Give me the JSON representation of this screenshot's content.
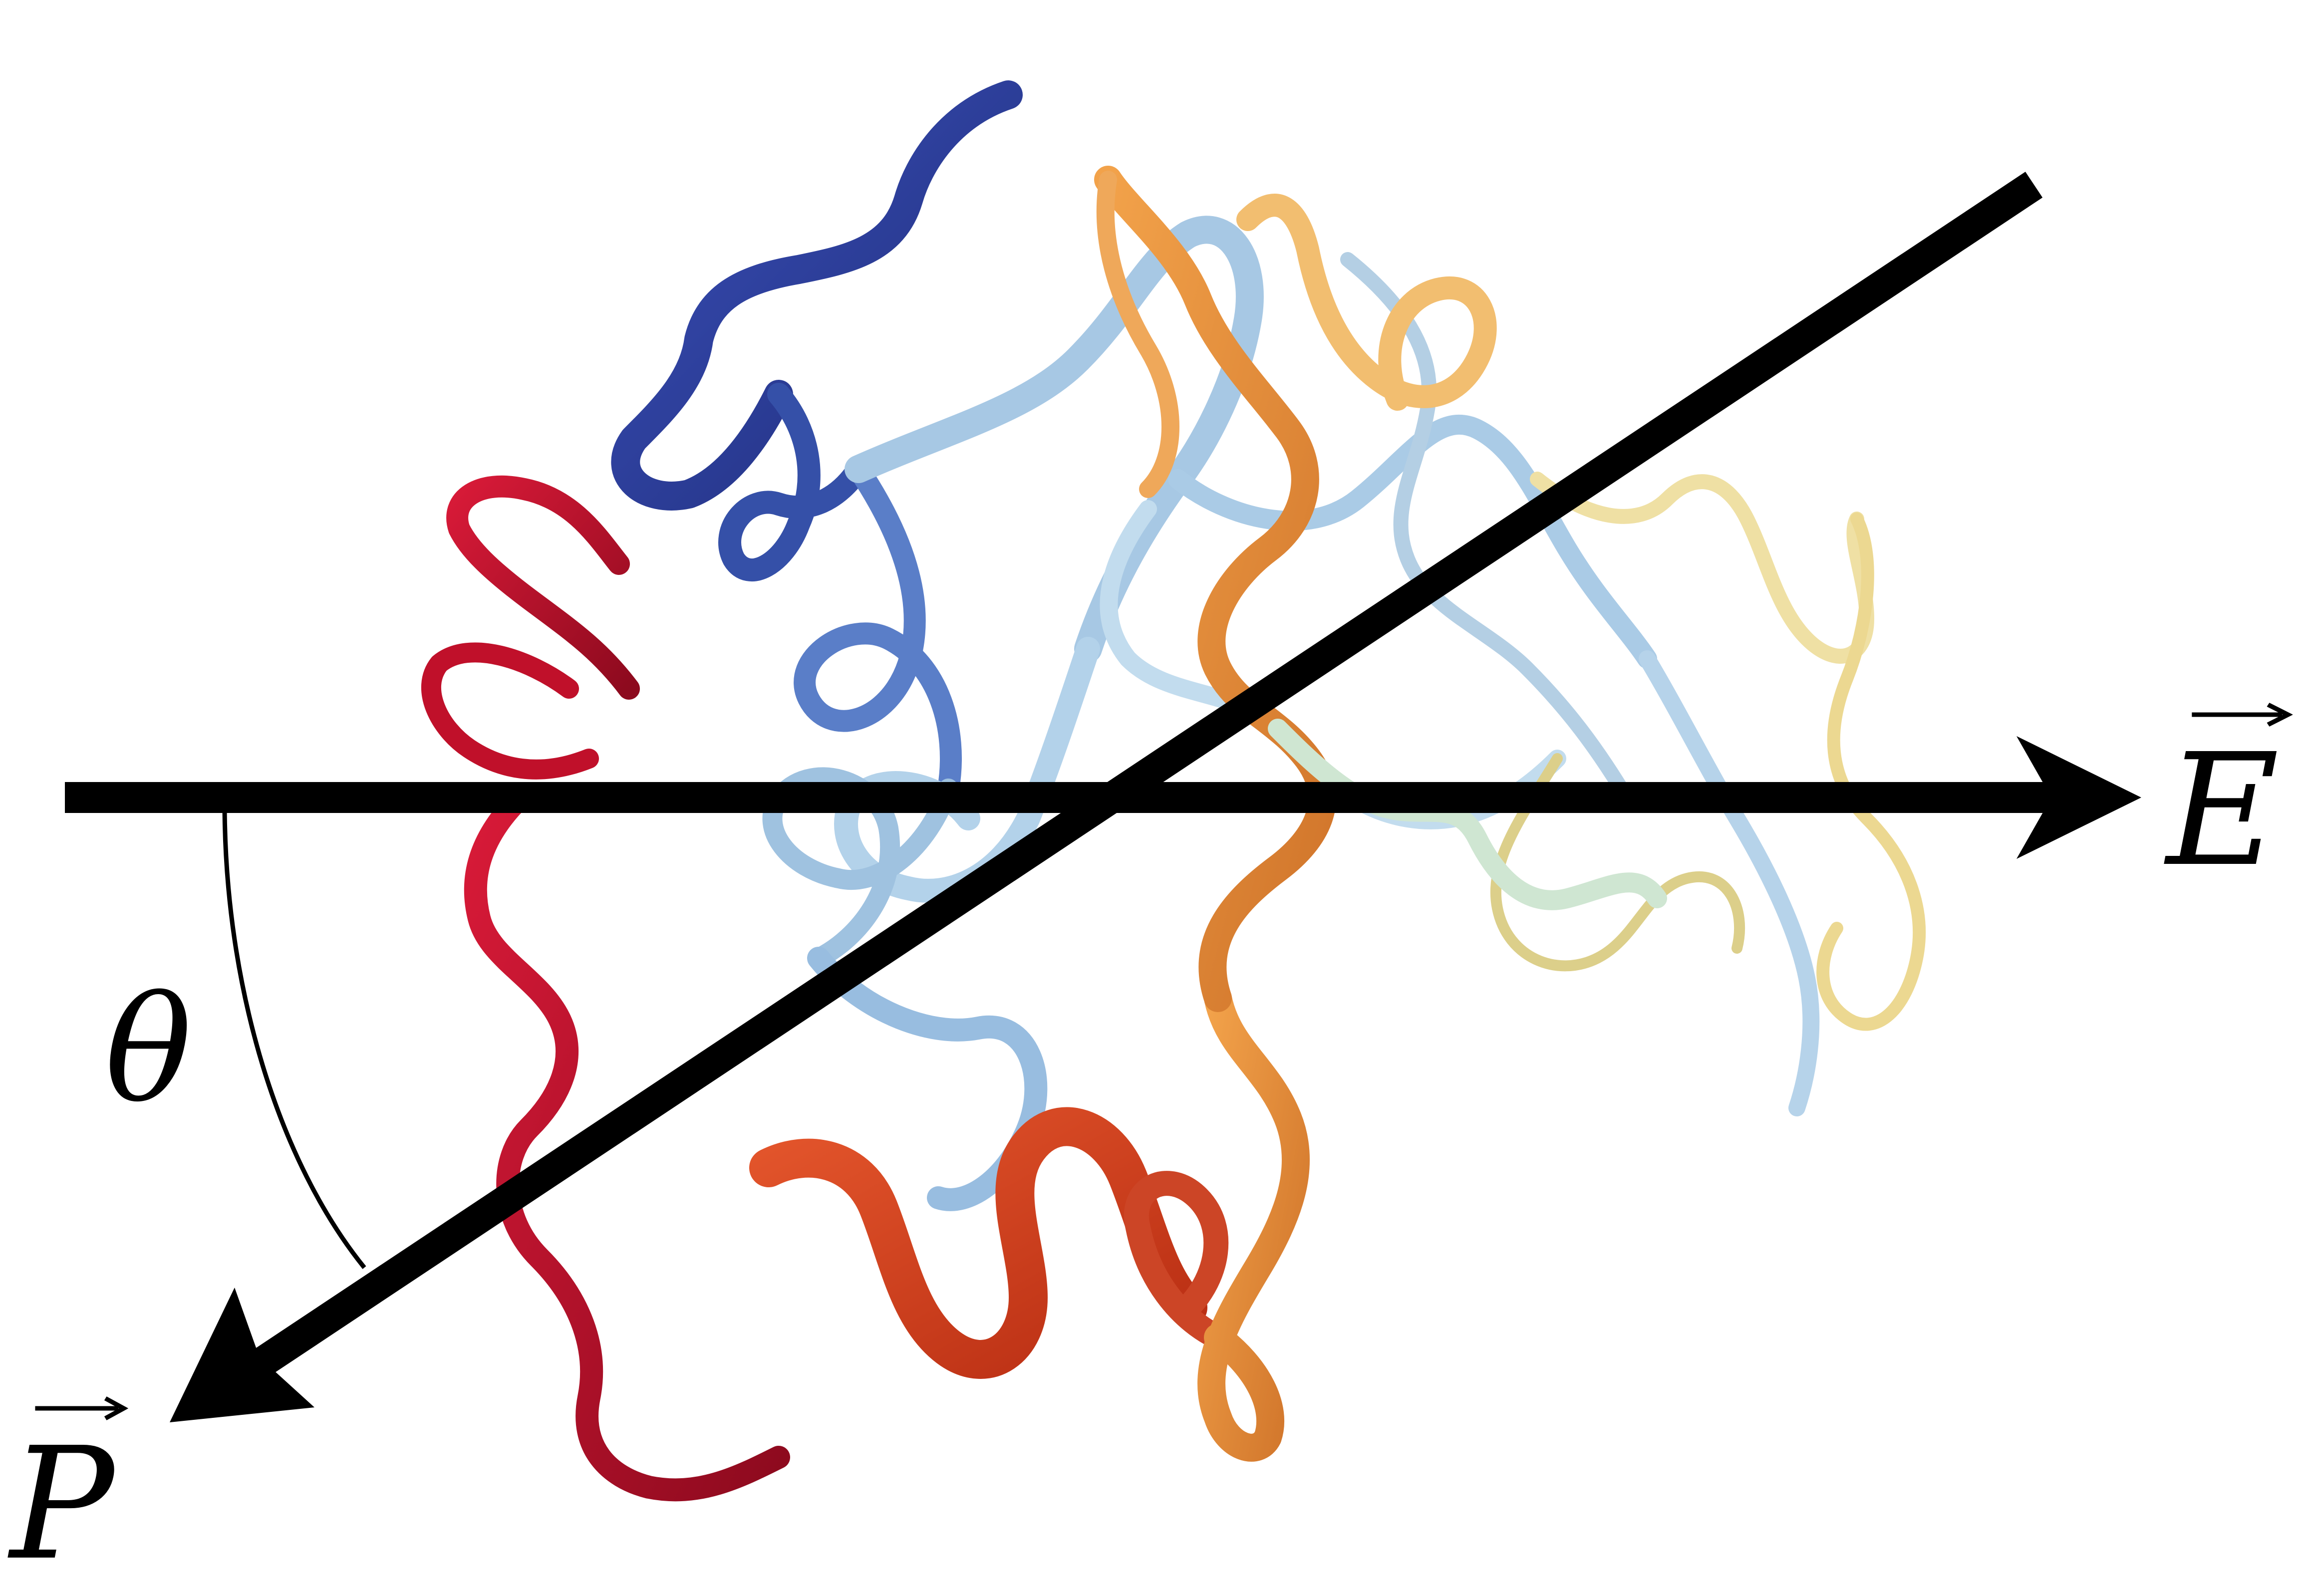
{
  "diagram": {
    "labels": {
      "e_field": "E",
      "polarization": "P",
      "angle": "θ"
    },
    "ribbon_colors": {
      "blue_dark": "#2d3f9e",
      "blue_mid": "#4a6fc4",
      "blue_light": "#a9cbe6",
      "red": "#c0102a",
      "red_orange": "#d63d1e",
      "orange": "#e9923a",
      "orange_light": "#f3b86a",
      "yellow": "#f1e3a0",
      "mint": "#cfe8d4"
    },
    "icons": {
      "e_field_arrow": "arrow-right-icon",
      "polarization_arrow": "arrow-down-left-icon",
      "angle_arc": "arc-icon"
    }
  }
}
